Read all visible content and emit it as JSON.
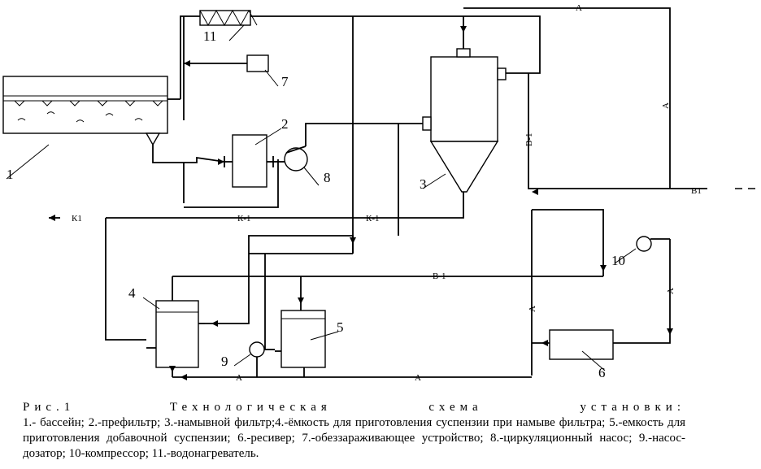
{
  "figure": {
    "title_prefix": "Рис.1",
    "title": "Технологическая схема установки:",
    "legend": "1.- бассейн; 2.-префильтр; 3.-намывной фильтр;4.-ёмкость для приготовления суспензии при намыве фильтра; 5.-емкость для приготовления добавочной суспензии; 6.-ресивер; 7.-обеззараживающее устройство; 8.-циркуляционный насос; 9.-насос-дозатор; 10-компрессор; 11.-водонагреватель."
  },
  "numbers": {
    "n1": "1",
    "n2": "2",
    "n3": "3",
    "n4": "4",
    "n5": "5",
    "n6": "6",
    "n7": "7",
    "n8": "8",
    "n9": "9",
    "n10": "10",
    "n11": "11"
  },
  "line_labels": {
    "A": "А",
    "B1": "B1",
    "V1": "В-1",
    "K1": "К1",
    "Kdash1": "К-1"
  }
}
